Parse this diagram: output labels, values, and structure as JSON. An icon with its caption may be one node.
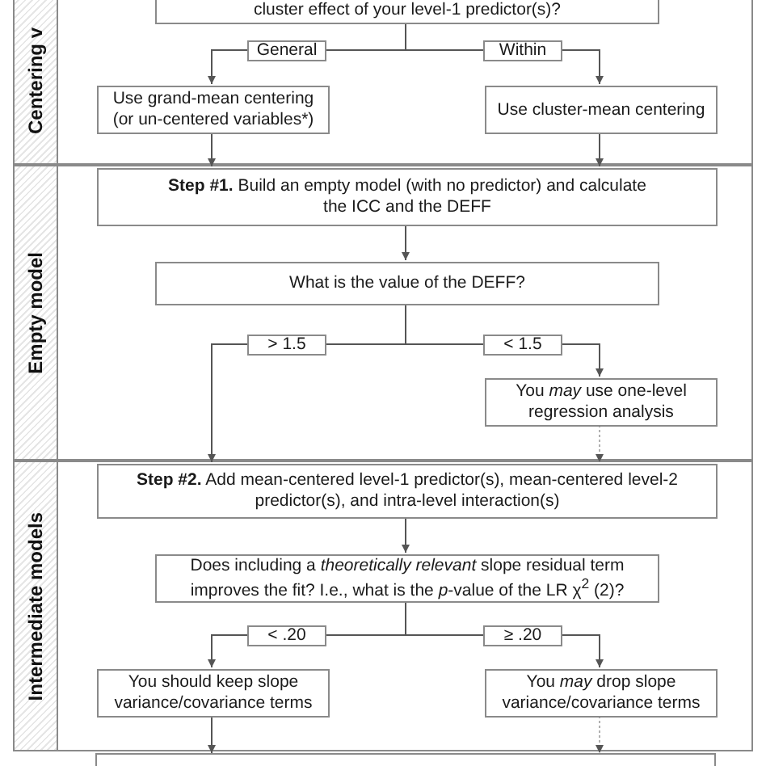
{
  "diagram": {
    "nodes": [
      {
        "text": [
          "Centering v"
        ]
      },
      {
        "text": [
          "cluster effect of your level-1 predictor(s)?"
        ],
        "in": 0
      },
      {
        "text": [
          "Use grand-mean centering (or un-centered variables*)"
        ],
        "in": 0
      },
      {
        "text": [
          "Use cluster-mean centering"
        ],
        "in": 0
      },
      {
        "text": [
          "Empty model"
        ]
      },
      {
        "text": [
          "**Step #1.** Build an empty model (with no predictor) and calculate the ICC and the DEFF"
        ],
        "in": 4
      },
      {
        "text": [
          "What is the value of the DEFF?"
        ],
        "in": 4
      },
      {
        "text": [
          "You *may* use one-level regression analysis"
        ],
        "in": 4
      },
      {
        "text": [
          "Intermediate models"
        ]
      },
      {
        "text": [
          "**Step #2.** Add mean-centered level-1 predictor(s), mean-centered level-2 predictor(s), and intra-level interaction(s)"
        ],
        "in": 8
      },
      {
        "text": [
          "Does including a *theoretically relevant* slope residual term improves the fit? I.e., what is the *p*-value of the LR χ$^{2}$ (2)?"
        ],
        "in": 8
      },
      {
        "text": [
          "You should keep slope variance/covariance terms"
        ],
        "in": 8
      },
      {
        "text": [
          "You *may* drop slope variance/covariance terms"
        ],
        "in": 8
      },
      {
        "text": [],
        "shape": "box"
      }
    ],
    "edges": [
      {
        "from": 1,
        "to": 2,
        "arrow": "to",
        "label": "General"
      },
      {
        "from": 1,
        "to": 3,
        "arrow": "to",
        "label": "Within"
      },
      {
        "from": 2,
        "to": 5,
        "arrow": "to"
      },
      {
        "from": 3,
        "to": 5,
        "arrow": "to"
      },
      {
        "from": 5,
        "to": 6,
        "arrow": "to"
      },
      {
        "from": 6,
        "to": 9,
        "arrow": "to",
        "label": "> 1.5"
      },
      {
        "from": 6,
        "to": 7,
        "arrow": "to",
        "label": "< 1.5"
      },
      {
        "from": 7,
        "to": 9,
        "arrow": "to",
        "style": "dashed",
        "color": "#b0b0b0"
      },
      {
        "from": 9,
        "to": 10,
        "arrow": "to"
      },
      {
        "from": 10,
        "to": 11,
        "arrow": "to",
        "label": "< .20"
      },
      {
        "from": 10,
        "to": 12,
        "arrow": "to",
        "label": "≥ .20"
      },
      {
        "from": 11,
        "to": 13,
        "arrow": "to"
      },
      {
        "from": 12,
        "to": 13,
        "arrow": "to",
        "style": "dashed",
        "color": "#b0b0b0"
      }
    ]
  }
}
